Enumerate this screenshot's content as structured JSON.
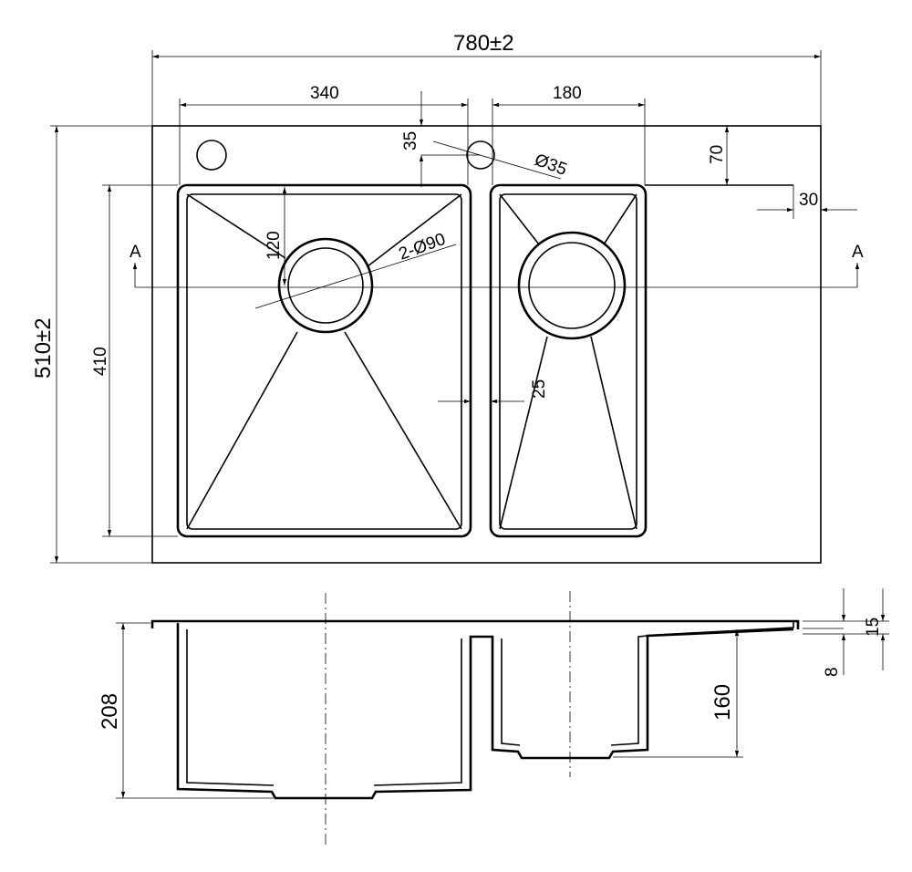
{
  "drawing": {
    "top_view": {
      "overall_width": "780±2",
      "overall_depth": "510±2",
      "left_bowl_width": "340",
      "right_bowl_width": "180",
      "tap_hole_offset": "35",
      "tap_hole_diameter": "Ø35",
      "rim_to_bowl": "70",
      "edge_margin": "30",
      "corner_radius": "120",
      "drain_diameter": "2-Ø90",
      "bowl_depth_length": "410",
      "bowl_divider": "25",
      "section_left": "A",
      "section_right": "A"
    },
    "section_view": {
      "left_depth": "208",
      "right_depth": "160",
      "flange_height": "15",
      "lip_thickness": "8"
    }
  }
}
